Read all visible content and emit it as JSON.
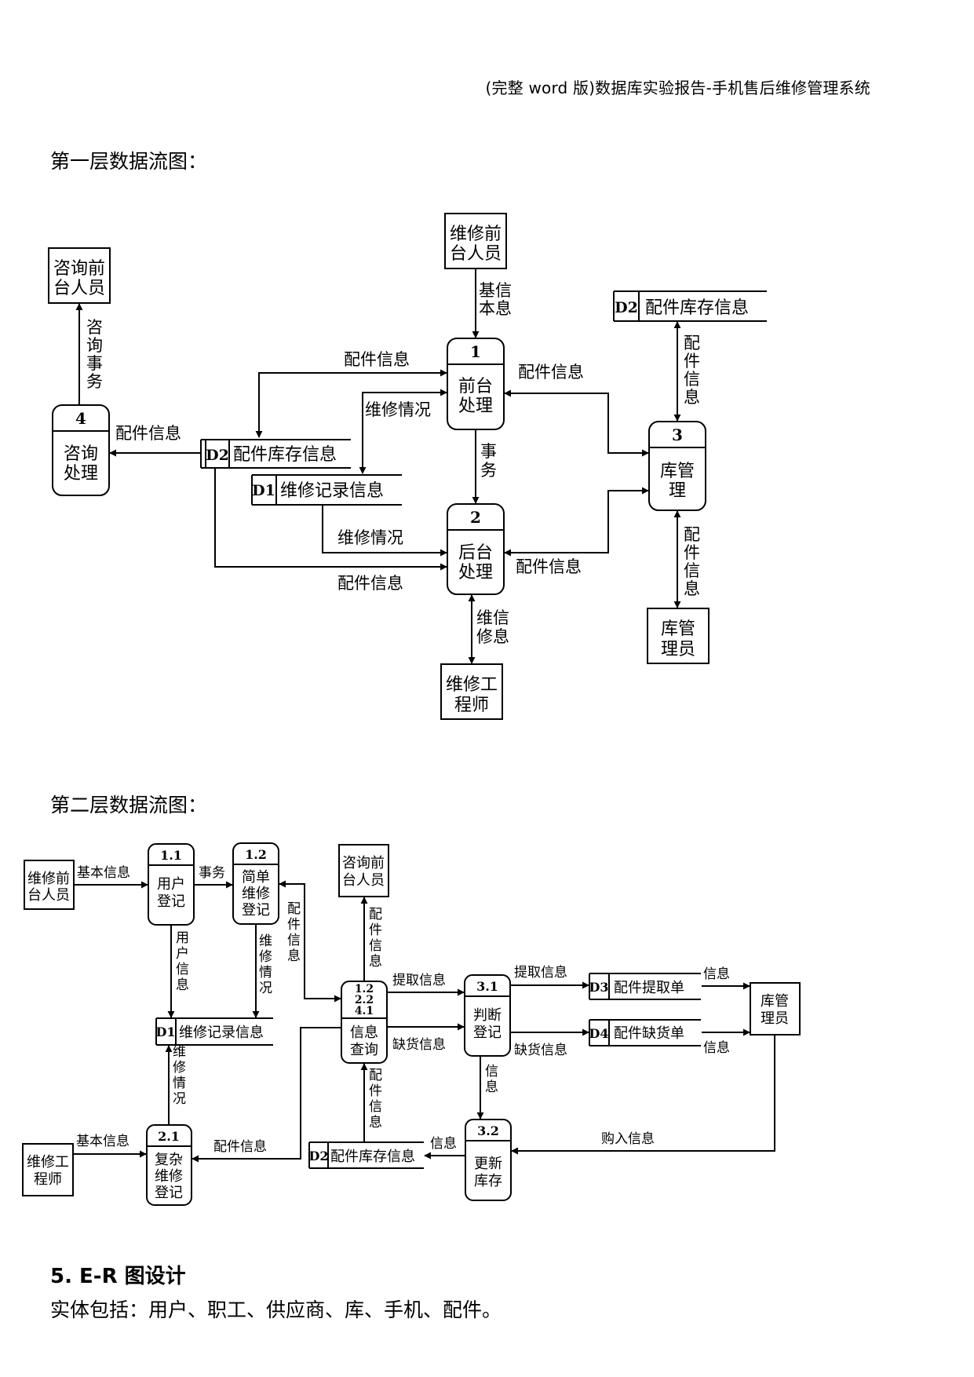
{
  "header": {
    "title": "(完整 word 版)数据库实验报告-手机售后维修管理系统"
  },
  "level1": {
    "heading": "第一层数据流图：",
    "entities": {
      "consult_staff": [
        "咨询前",
        "台人员"
      ],
      "repair_front": [
        "维修前",
        "台人员"
      ],
      "stock_manager": [
        "库管",
        "理员"
      ],
      "engineer": [
        "维修工",
        "程师"
      ]
    },
    "processes": {
      "p1": {
        "num": "1",
        "lines": [
          "前台",
          "处理"
        ]
      },
      "p2": {
        "num": "2",
        "lines": [
          "后台",
          "处理"
        ]
      },
      "p3": {
        "num": "3",
        "lines": [
          "库管",
          "理"
        ]
      },
      "p4": {
        "num": "4",
        "lines": [
          "咨询",
          "处理"
        ]
      }
    },
    "stores": {
      "d2_top": {
        "id": "D2",
        "name": "配件库存信息"
      },
      "d2_mid": {
        "id": "D2",
        "name": "配件库存信息"
      },
      "d1": {
        "id": "D1",
        "name": "维修记录信息"
      }
    },
    "flows": {
      "basic_info": [
        "基信",
        "本息"
      ],
      "consult_affairs": [
        "咨",
        "询",
        "事",
        "务"
      ],
      "parts_info_top": "配件信息",
      "repair_status_top": "维修情况",
      "parts_info_p4": "配件信息",
      "parts_info_p1p3": "配件信息",
      "parts_info_d2p3": [
        "配",
        "件",
        "信",
        "息"
      ],
      "affairs": [
        "事",
        "务"
      ],
      "repair_status_bottom": "维修情况",
      "parts_info_bottom": "配件信息",
      "parts_info_p2p3": "配件信息",
      "repair_info": [
        "维信",
        "修息"
      ],
      "parts_info_p3mgr": [
        "配",
        "件",
        "信",
        "息"
      ]
    }
  },
  "level2": {
    "heading": "第二层数据流图：",
    "entities": {
      "repair_front": [
        "维修前",
        "台人员"
      ],
      "consult_staff": [
        "咨询前",
        "台人员"
      ],
      "stock_manager": [
        "库管",
        "理员"
      ],
      "engineer": [
        "维修工",
        "程师"
      ]
    },
    "processes": {
      "p11": {
        "num": "1.1",
        "lines": [
          "用户",
          "登记"
        ]
      },
      "p12": {
        "num": "1.2",
        "lines": [
          "简单",
          "维修",
          "登记"
        ]
      },
      "pq": {
        "nums": [
          "1.2",
          "2.2",
          "4.1"
        ],
        "lines": [
          "信息",
          "查询"
        ]
      },
      "p31": {
        "num": "3.1",
        "lines": [
          "判断",
          "登记"
        ]
      },
      "p32": {
        "num": "3.2",
        "lines": [
          "更新",
          "库存"
        ]
      },
      "p21": {
        "num": "2.1",
        "lines": [
          "复杂",
          "维修",
          "登记"
        ]
      }
    },
    "stores": {
      "d1": {
        "id": "D1",
        "name": "维修记录信息"
      },
      "d3": {
        "id": "D3",
        "name": "配件提取单"
      },
      "d4": {
        "id": "D4",
        "name": "配件缺货单"
      },
      "d2": {
        "id": "D2",
        "name": "配件库存信息"
      }
    },
    "flows": {
      "basic_info_top": "基本信息",
      "affairs": "事务",
      "user_info": [
        "用",
        "户",
        "信",
        "息"
      ],
      "repair_status_12": [
        "维",
        "修",
        "情",
        "况"
      ],
      "parts_info_12": [
        "配",
        "件",
        "信",
        "息"
      ],
      "parts_info_consult": [
        "配",
        "件",
        "信",
        "息"
      ],
      "extract_info_1": "提取信息",
      "extract_info_2": "提取信息",
      "shortage_info_1": "缺货信息",
      "shortage_info_2": "缺货信息",
      "info_d3": "信息",
      "info_d4": "信息",
      "info_31": [
        "信",
        "息"
      ],
      "repair_status_21": [
        "维",
        "修",
        "情",
        "况"
      ],
      "basic_info_bottom": "基本信息",
      "parts_info_21": "配件信息",
      "parts_info_d2": [
        "配",
        "件",
        "信",
        "息"
      ],
      "info_32": "信息",
      "purchase_info": "购入信息"
    }
  },
  "er": {
    "title": "5. E-R 图设计",
    "entities_text": "实体包括：用户、职工、供应商、库、手机、配件。"
  }
}
